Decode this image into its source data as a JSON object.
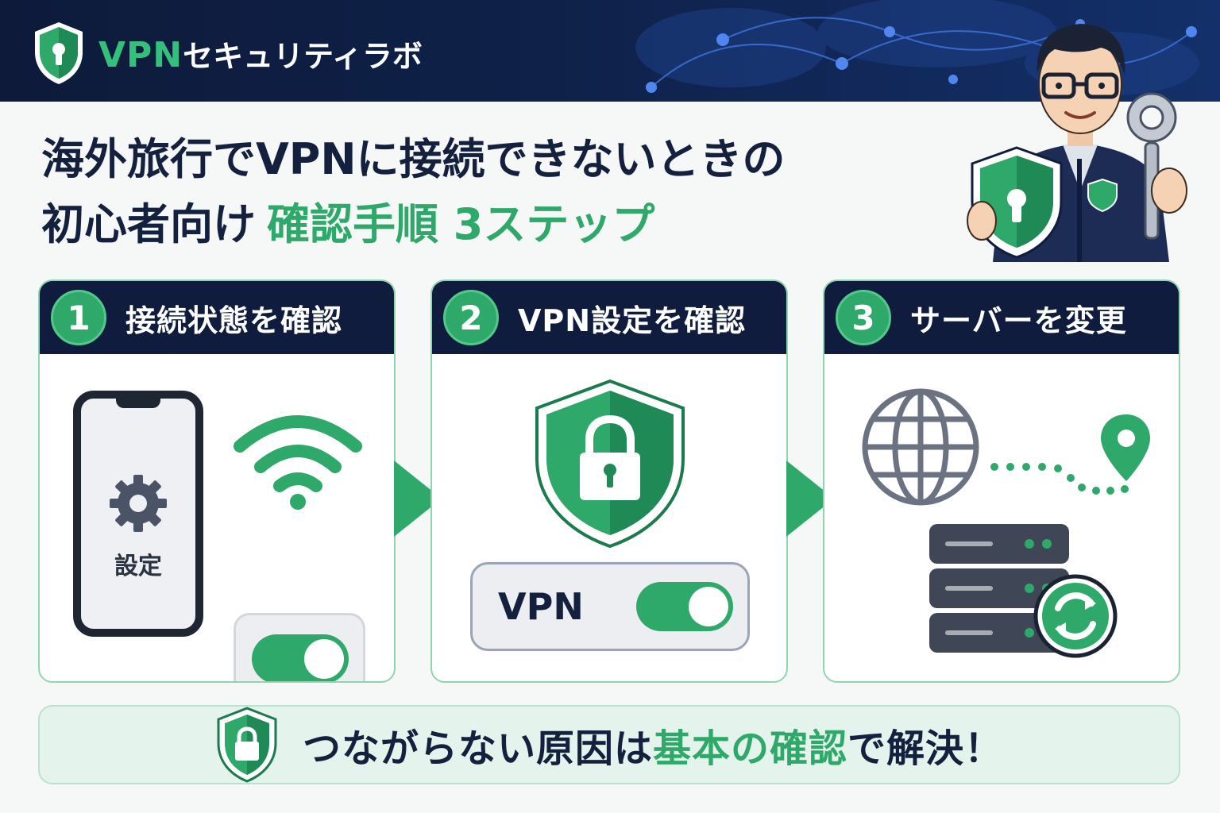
{
  "header": {
    "brand_vpn": "VPN",
    "brand_jp": "セキュリティラボ"
  },
  "title": {
    "line1": "海外旅行でVPNに接続できないときの",
    "line2_plain": "初心者向け",
    "line2_highlight": "確認手順 3ステップ"
  },
  "steps": [
    {
      "number": "1",
      "title": "接続状態を確認",
      "settings_label": "設定"
    },
    {
      "number": "2",
      "title": "VPN設定を確認",
      "vpn_label": "VPN"
    },
    {
      "number": "3",
      "title": "サーバーを変更"
    }
  ],
  "banner": {
    "text_before": "つながらない原因は",
    "text_highlight": "基本の確認",
    "text_after": "で解決！"
  },
  "colors": {
    "accent_green": "#2ea96a",
    "navy": "#0f1c3d"
  }
}
